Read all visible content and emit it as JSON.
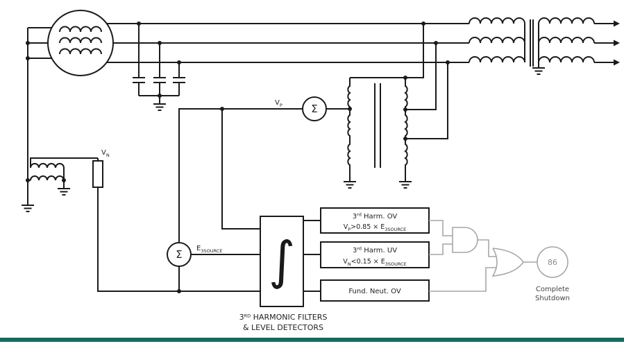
{
  "labels": {
    "sigma": "Σ",
    "integral": "∫",
    "vp_base": "V",
    "vp_sub": "P",
    "vn_base": "V",
    "vn_sub": "N",
    "e_base": "E",
    "e_sub": "3SOURCE"
  },
  "detectors": {
    "b1l1_pre": "3",
    "b1l1_sup": "rd",
    "b1l1_post": " Harm. OV",
    "b1l2_p1": "V",
    "b1l2_s1": "P",
    "b1l2_p2": ">0.85 × E",
    "b1l2_s2": "3SOURCE",
    "b2l1_pre": "3",
    "b2l1_sup": "rd",
    "b2l1_post": " Harm. UV",
    "b2l2_p1": "V",
    "b2l2_s1": "N",
    "b2l2_p2": "<0.15 × E",
    "b2l2_s2": "3SOURCE",
    "b3_label": "Fund. Neut. OV"
  },
  "relay": {
    "number": "86",
    "caption_line1": "Complete",
    "caption_line2": "Shutdown"
  },
  "caption": {
    "pre": "3",
    "sup": "RD",
    "post": " HARMONIC FILTERS",
    "line2": "& LEVEL DETECTORS"
  },
  "colors": {
    "wire": "#1a1a1a",
    "logic_gray": "#a6a6a6",
    "footer_bar": "#156b61"
  }
}
